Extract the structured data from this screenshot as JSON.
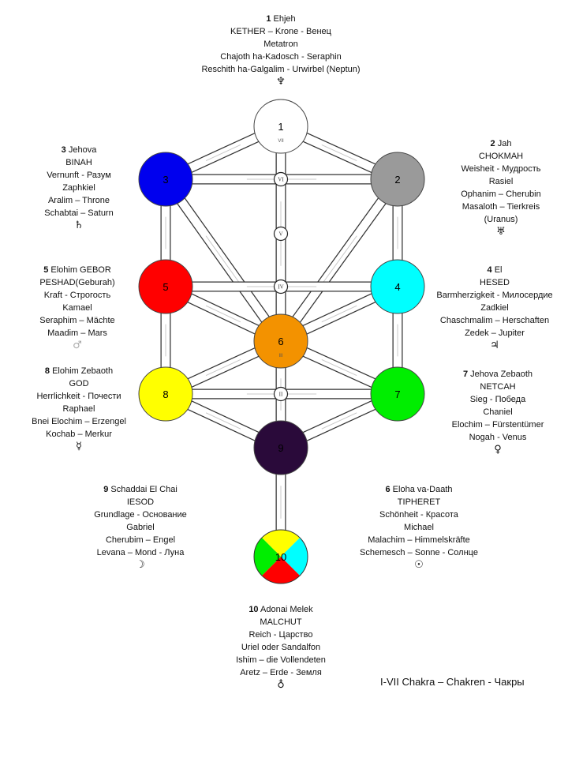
{
  "sephiroth": [
    {
      "id": "1",
      "sub": "VII",
      "color": "#ffffff",
      "label": {
        "num": "1",
        "title": "Ehjeh",
        "lines": [
          "KETHER – Krone - Венец",
          "Metatron",
          "Chajoth ha-Kadosch - Seraphin",
          "Reschith ha-Galgalim - Urwirbel (Neptun)"
        ],
        "symbol": "♆"
      }
    },
    {
      "id": "2",
      "sub": "",
      "color": "#9a9a9a",
      "label": {
        "num": "2",
        "title": "Jah",
        "lines": [
          "CHOKMAH",
          "Weisheit - Мудрость",
          "Rasiel",
          "Ophanim – Cherubin",
          "Masaloth – Tierkreis",
          "(Uranus)"
        ],
        "symbol": "♅"
      }
    },
    {
      "id": "3",
      "sub": "",
      "color": "#0000ee",
      "label": {
        "num": "3",
        "title": "Jehova",
        "lines": [
          "BINAH",
          "Vernunft - Разум",
          "Zaphkiel",
          "Aralim – Throne",
          "Schabtai – Saturn"
        ],
        "symbol": "♄"
      }
    },
    {
      "id": "4",
      "sub": "",
      "color": "#00ffff",
      "label": {
        "num": "4",
        "title": "El",
        "lines": [
          "HESED",
          "Barmherzigkeit - Милосердие",
          "Zadkiel",
          "Chaschmalim – Herschaften",
          "Zedek – Jupiter"
        ],
        "symbol": "♃"
      }
    },
    {
      "id": "5",
      "sub": "",
      "color": "#ff0000",
      "label": {
        "num": "5",
        "title": "Elohim GEBOR",
        "lines": [
          "PESHAD(Geburah)",
          "Kraft - Строгость",
          "Kamael",
          "Seraphim – Mächte",
          "Maadim – Mars"
        ],
        "symbol": "♂"
      }
    },
    {
      "id": "6",
      "sub": "III",
      "color": "#f39200",
      "label": {
        "num": "6",
        "title": "Eloha va-Daath",
        "lines": [
          "TIPHERET",
          "Schönheit - Красота",
          "Michael",
          "Malachim – Himmelskräfte",
          "Schemesch – Sonne - Солнце"
        ],
        "symbol": "☉"
      }
    },
    {
      "id": "7",
      "sub": "",
      "color": "#00ee00",
      "label": {
        "num": "7",
        "title": "Jehova Zebaoth",
        "lines": [
          "NETCAH",
          "Sieg - Победа",
          "Chaniel",
          "Elochim – Fürstentümer",
          "Nogah - Venus"
        ],
        "symbol": "♀"
      }
    },
    {
      "id": "8",
      "sub": "",
      "color": "#ffff00",
      "label": {
        "num": "8",
        "title": "Elohim Zebaoth",
        "lines": [
          "GOD",
          "Herrlichkeit - Почести",
          "Raphael",
          "Bnei Elochim – Erzengel",
          "Kochab – Merkur"
        ],
        "symbol": "☿"
      }
    },
    {
      "id": "9",
      "sub": "",
      "color": "#2a0a3a",
      "label": {
        "num": "9",
        "title": "Schaddai El Chai",
        "lines": [
          "IESOD",
          "Grundlage - Основание",
          "Gabriel",
          "Cherubim – Engel",
          "Levana – Mond - Луна"
        ],
        "symbol": "☽"
      }
    },
    {
      "id": "10",
      "sub": "",
      "color": "#ffff00",
      "quadrants": [
        "#ffff00",
        "#00ffff",
        "#ff0000",
        "#00ee00"
      ],
      "label": {
        "num": "10",
        "title": "Adonai Melek",
        "lines": [
          "MALCHUT",
          "Reich - Царство",
          "Uriel oder Sandalfon",
          "Ishim – die Vollendeten",
          "Aretz – Erde - Земля"
        ],
        "symbol": "♁"
      }
    }
  ],
  "chakra_marks": [
    "VI",
    "V",
    "IV",
    "II"
  ],
  "footer": "I-VII Chakra – Chakren - Чакры"
}
